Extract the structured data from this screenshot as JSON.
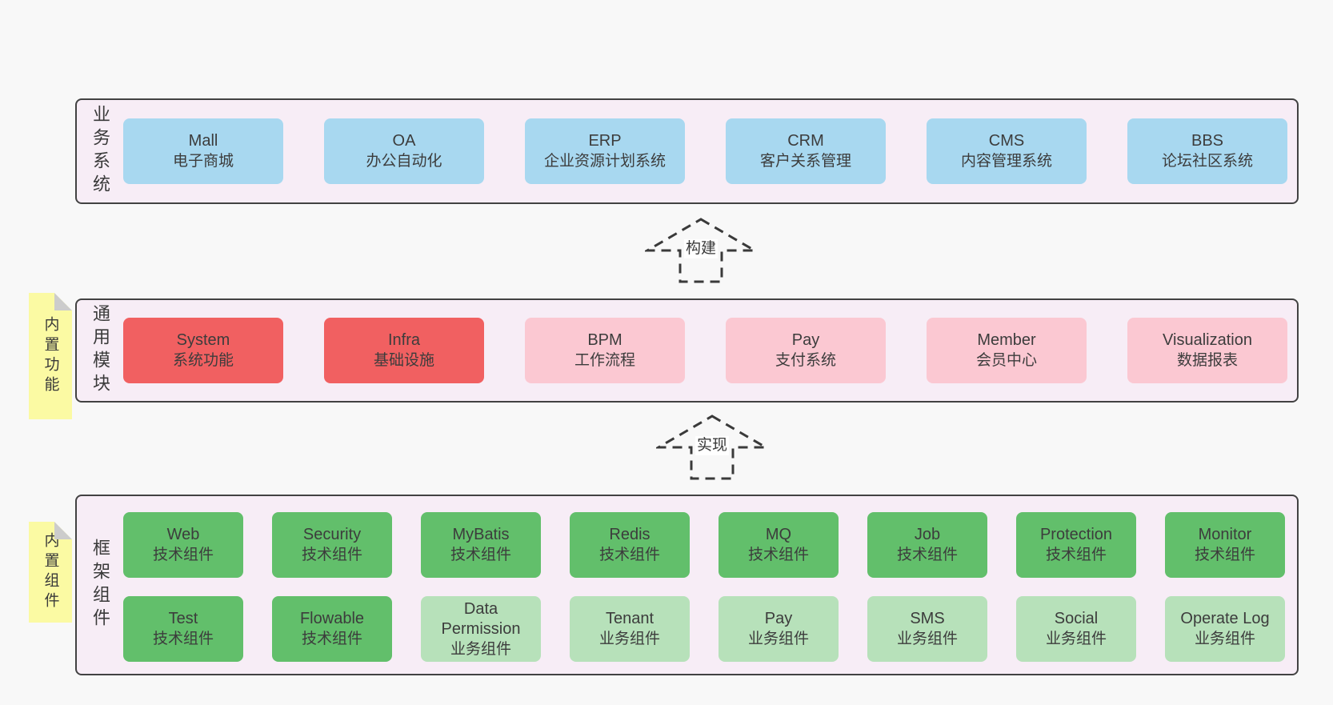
{
  "colors": {
    "page_bg": "#f8f8f8",
    "layer_bg": "#f7edf6",
    "layer_border": "#424242",
    "blue_box": "#a8d8f0",
    "red_box": "#f16061",
    "pink_box": "#fbc8d2",
    "green_box": "#62bf6b",
    "light_green_box": "#b7e1ba",
    "note_yellow": "#fbfaa3",
    "note_fold_grey": "#cccccc",
    "text": "#3c3c3c",
    "arrow_stroke": "#3a3a3a"
  },
  "arrows": {
    "build": "构建",
    "implement": "实现"
  },
  "layers": {
    "business": {
      "label": "业务系统",
      "boxes": [
        {
          "en": "Mall",
          "zh": "电子商城"
        },
        {
          "en": "OA",
          "zh": "办公自动化"
        },
        {
          "en": "ERP",
          "zh": "企业资源计划系统"
        },
        {
          "en": "CRM",
          "zh": "客户关系管理"
        },
        {
          "en": "CMS",
          "zh": "内容管理系统"
        },
        {
          "en": "BBS",
          "zh": "论坛社区系统"
        }
      ]
    },
    "modules": {
      "label": "通用模块",
      "note": "内置功能",
      "boxes": [
        {
          "en": "System",
          "zh": "系统功能"
        },
        {
          "en": "Infra",
          "zh": "基础设施"
        },
        {
          "en": "BPM",
          "zh": "工作流程"
        },
        {
          "en": "Pay",
          "zh": "支付系统"
        },
        {
          "en": "Member",
          "zh": "会员中心"
        },
        {
          "en": "Visualization",
          "zh": "数据报表"
        }
      ]
    },
    "framework": {
      "label": "框架组件",
      "note": "内置组件",
      "row1": [
        {
          "en": "Web",
          "zh": "技术组件"
        },
        {
          "en": "Security",
          "zh": "技术组件"
        },
        {
          "en": "MyBatis",
          "zh": "技术组件"
        },
        {
          "en": "Redis",
          "zh": "技术组件"
        },
        {
          "en": "MQ",
          "zh": "技术组件"
        },
        {
          "en": "Job",
          "zh": "技术组件"
        },
        {
          "en": "Protection",
          "zh": "技术组件"
        },
        {
          "en": "Monitor",
          "zh": "技术组件"
        }
      ],
      "row2": [
        {
          "en": "Test",
          "zh": "技术组件"
        },
        {
          "en": "Flowable",
          "zh": "技术组件"
        },
        {
          "en": "Data Permission",
          "zh": "业务组件"
        },
        {
          "en": "Tenant",
          "zh": "业务组件"
        },
        {
          "en": "Pay",
          "zh": "业务组件"
        },
        {
          "en": "SMS",
          "zh": "业务组件"
        },
        {
          "en": "Social",
          "zh": "业务组件"
        },
        {
          "en": "Operate Log",
          "zh": "业务组件"
        }
      ]
    }
  }
}
